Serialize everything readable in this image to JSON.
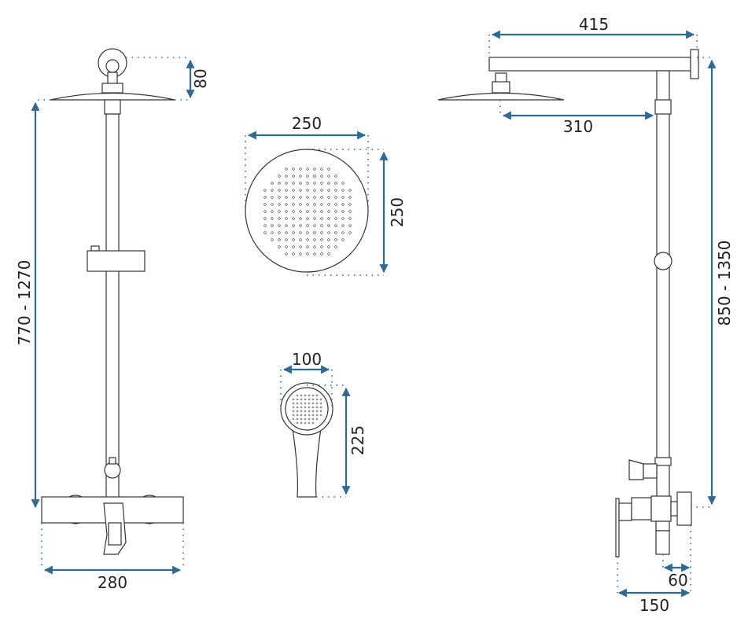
{
  "dimensions": {
    "front_head_height": "80",
    "front_total_height": "770 - 1270",
    "front_mixer_width": "280",
    "rain_head_width": "250",
    "rain_head_height": "250",
    "hand_shower_width": "100",
    "hand_shower_height": "225",
    "side_arm_length": "415",
    "side_head_projection": "310",
    "side_total_height": "850 - 1350",
    "side_mixer_depth_small": "60",
    "side_mixer_depth": "150"
  },
  "colors": {
    "dimension": "#2e6a96",
    "outline": "#333333"
  }
}
